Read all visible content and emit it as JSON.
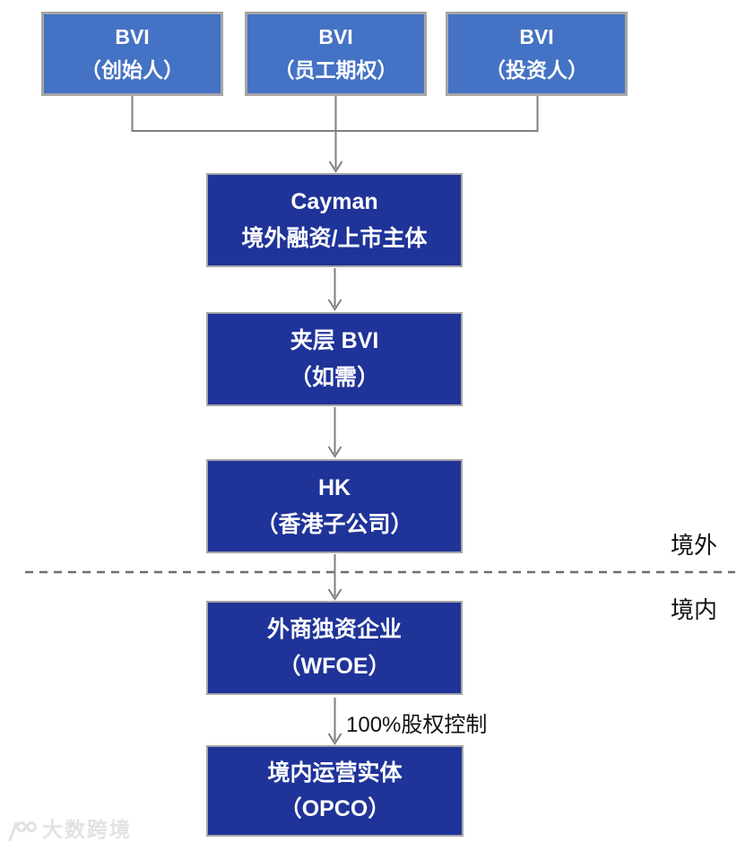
{
  "diagram": {
    "title_hint": "offshore-onshore corporate structure chart",
    "nodes": {
      "bvi_founders": {
        "line1": "BVI",
        "line2": "（创始人）"
      },
      "bvi_esop": {
        "line1": "BVI",
        "line2": "（员工期权）"
      },
      "bvi_investors": {
        "line1": "BVI",
        "line2": "（投资人）"
      },
      "cayman": {
        "line1": "Cayman",
        "line2": "境外融资/上市主体"
      },
      "mezzanine_bvi": {
        "line1": "夹层 BVI",
        "line2": "（如需）"
      },
      "hk": {
        "line1": "HK",
        "line2": "（香港子公司）"
      },
      "wfoe": {
        "line1": "外商独资企业",
        "line2": "（WFOE）"
      },
      "opco": {
        "line1": "境内运营实体",
        "line2": "（OPCO）"
      }
    },
    "labels": {
      "offshore": "境外",
      "onshore": "境内",
      "equity_control": "100%股权控制"
    },
    "watermark": "大数跨境",
    "colors": {
      "light_box": "#4472C4",
      "dark_box": "#1F3399",
      "box_border": "#A6A6A6",
      "connector": "#7F7F7F",
      "divider": "#6E6E6E",
      "watermark": "#E2E2E2"
    }
  }
}
